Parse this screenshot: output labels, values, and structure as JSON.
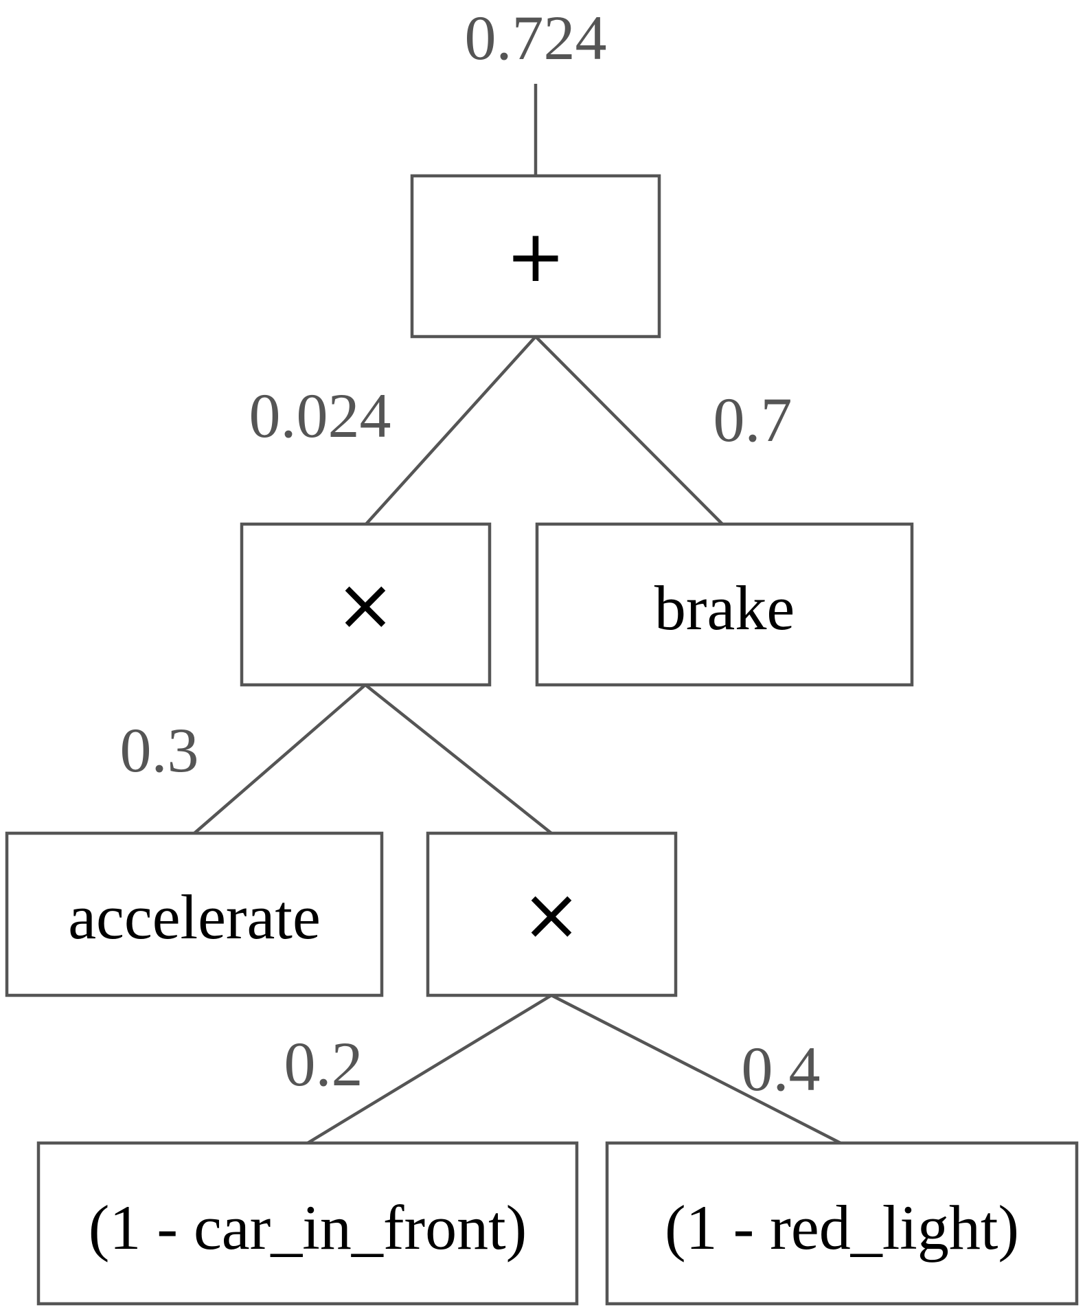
{
  "tree": {
    "root_value": "0.724",
    "nodes": {
      "plus": {
        "label": "+"
      },
      "times_top": {
        "label": "×"
      },
      "brake": {
        "label": "brake"
      },
      "accelerate": {
        "label": "accelerate"
      },
      "times_bottom": {
        "label": "×"
      },
      "not_car_in_front": {
        "label": "(1 - car_in_front)"
      },
      "not_red_light": {
        "label": "(1 - red_light)"
      }
    },
    "edge_values": {
      "times_top": "0.024",
      "brake": "0.7",
      "accelerate": "0.3",
      "not_car_in_front": "0.2",
      "not_red_light": "0.4"
    }
  },
  "colors": {
    "stroke": "#555555",
    "value_text": "#555555",
    "node_text": "#000000"
  }
}
